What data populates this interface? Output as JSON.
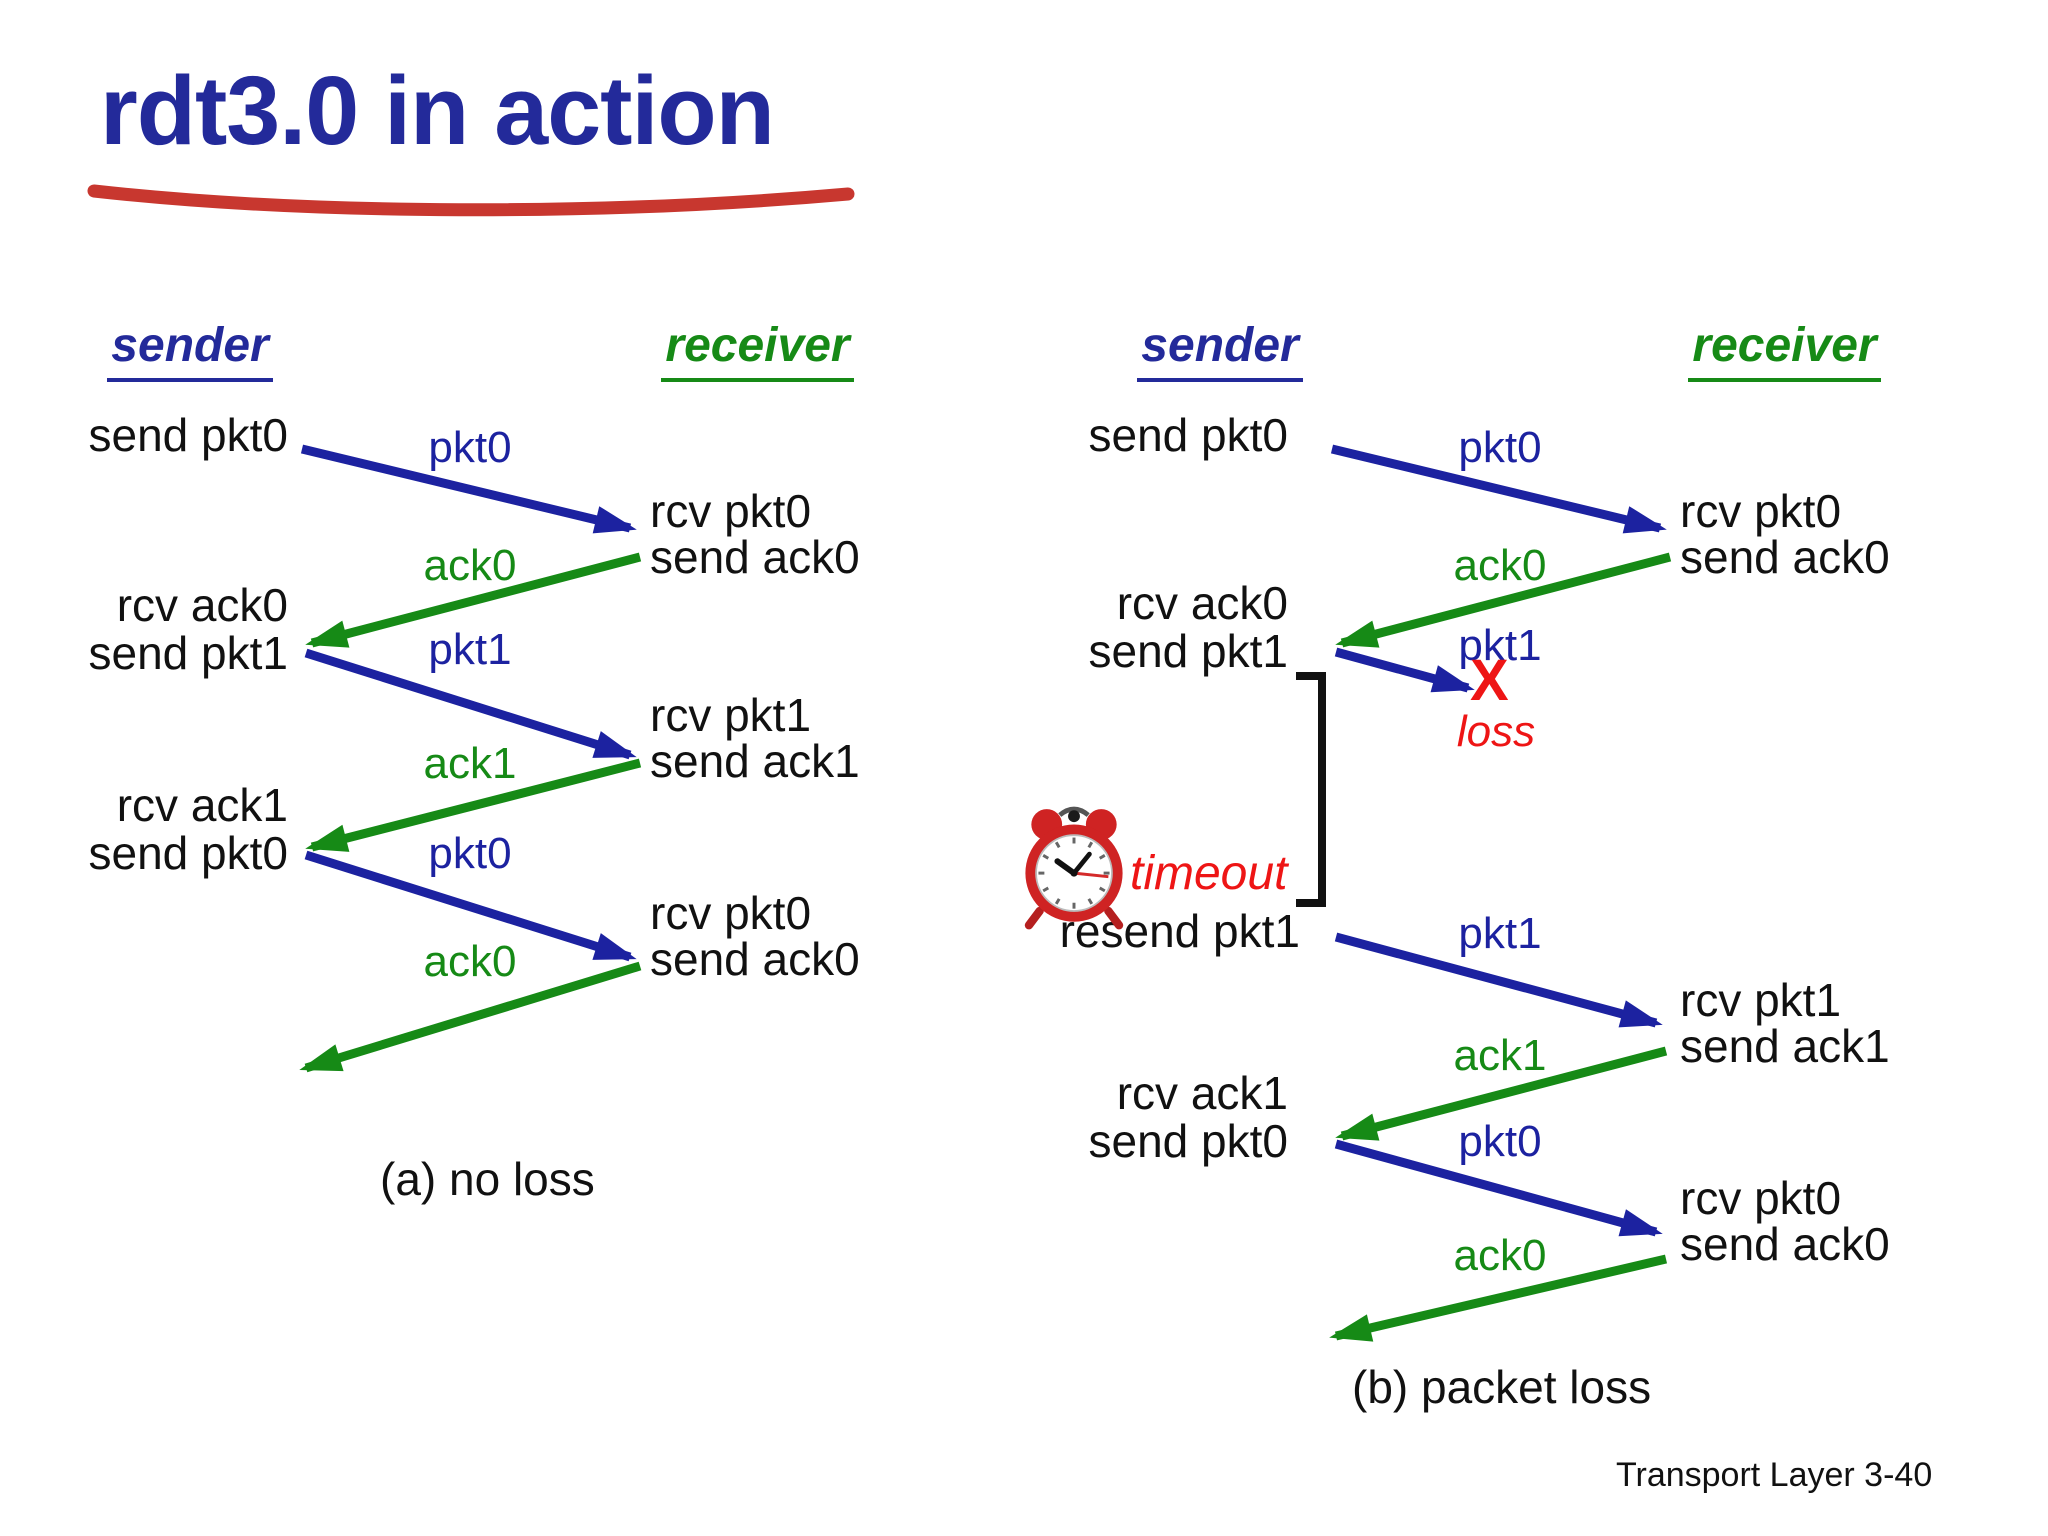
{
  "title": "rdt3.0 in action",
  "footer": "Transport Layer 3-40",
  "colors": {
    "title_navy": "#232a9a",
    "title_underline_red": "#c8372f",
    "packet_arrow_blue": "#1c22a0",
    "ack_arrow_green": "#168a16",
    "alert_red": "#ee1515",
    "text_black": "#111111",
    "clock_red": "#cf2323"
  },
  "icons": {
    "alarm_clock": "alarm-clock-icon"
  },
  "panel_a": {
    "caption": "(a) no loss",
    "sender": "sender",
    "receiver": "receiver",
    "notes": {
      "l1": "send pkt0",
      "r1a": "rcv pkt0",
      "r1b": "send ack0",
      "l2a": "rcv ack0",
      "l2b": "send pkt1",
      "r2a": "rcv pkt1",
      "r2b": "send ack1",
      "l3a": "rcv ack1",
      "l3b": "send pkt0",
      "r3a": "rcv pkt0",
      "r3b": "send ack0"
    },
    "arrow_labels": {
      "a1": "pkt0",
      "a2": "ack0",
      "a3": "pkt1",
      "a4": "ack1",
      "a5": "pkt0",
      "a6": "ack0"
    }
  },
  "panel_b": {
    "caption": "(b) packet loss",
    "sender": "sender",
    "receiver": "receiver",
    "notes": {
      "l1": "send pkt0",
      "r1a": "rcv pkt0",
      "r1b": "send ack0",
      "l2a": "rcv ack0",
      "l2b": "send pkt1",
      "l3": "resend pkt1",
      "r2a": "rcv pkt1",
      "r2b": "send ack1",
      "l4a": "rcv ack1",
      "l4b": "send pkt0",
      "r3a": "rcv pkt0",
      "r3b": "send ack0"
    },
    "arrow_labels": {
      "b1": "pkt0",
      "b2": "ack0",
      "b3": "pkt1",
      "b4": "pkt1",
      "b5": "ack1",
      "b6": "pkt0",
      "b7": "ack0"
    },
    "loss_x": "X",
    "loss_label": "loss",
    "timeout_label": "timeout"
  }
}
